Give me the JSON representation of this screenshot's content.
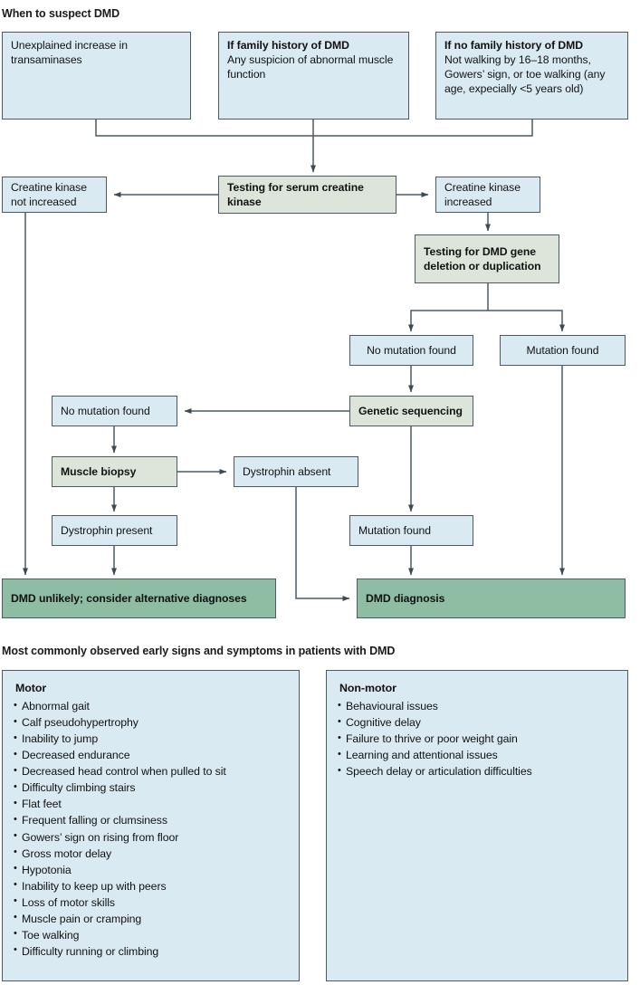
{
  "flowchart": {
    "title": "When to suspect DMD",
    "nodes": {
      "transaminases": {
        "text": "Unexplained increase in transaminases"
      },
      "family_history": {
        "heading": "If family history of DMD",
        "body": "Any suspicion of abnormal muscle function"
      },
      "no_family_history": {
        "heading": "If no family history of DMD",
        "body": "Not walking by 16–18 months, Gowers’ sign, or toe walking (any age, expecially <5 years old)"
      },
      "ck_test": {
        "text": "Testing for serum creatine kinase"
      },
      "ck_not_increased": {
        "text": "Creatine kinase not increased"
      },
      "ck_increased": {
        "text": "Creatine kinase increased"
      },
      "dmd_gene_test": {
        "text": "Testing for DMD gene deletion or duplication"
      },
      "no_mutation_found_1": {
        "text": "No mutation found"
      },
      "mutation_found_1": {
        "text": "Mutation found"
      },
      "genetic_sequencing": {
        "text": "Genetic sequencing"
      },
      "no_mutation_found_2": {
        "text": "No mutation found"
      },
      "muscle_biopsy": {
        "text": "Muscle biopsy"
      },
      "dystrophin_absent": {
        "text": "Dystrophin absent"
      },
      "dystrophin_present": {
        "text": "Dystrophin present"
      },
      "mutation_found_2": {
        "text": "Mutation found"
      },
      "dmd_unlikely": {
        "text": "DMD unlikely; consider alternative diagnoses"
      },
      "dmd_diagnosis": {
        "text": "DMD diagnosis"
      }
    },
    "colors": {
      "blue_fill": "#daeaf2",
      "green_fill": "#dde5da",
      "dark_green_fill": "#8fbda4",
      "border": "#4c5a62",
      "connector": "#4c5a62"
    }
  },
  "symptoms": {
    "title": "Most commonly observed early signs and symptoms in patients with DMD",
    "motor": {
      "heading": "Motor",
      "items": [
        "Abnormal gait",
        "Calf pseudohypertrophy",
        "Inability to jump",
        "Decreased endurance",
        "Decreased head control when pulled to sit",
        "Difficulty climbing stairs",
        "Flat feet",
        "Frequent falling or clumsiness",
        "Gowers’ sign on rising from floor",
        "Gross motor delay",
        "Hypotonia",
        "Inability to keep up with peers",
        "Loss of motor skills",
        "Muscle pain or cramping",
        "Toe walking",
        "Difficulty running or climbing"
      ]
    },
    "non_motor": {
      "heading": "Non-motor",
      "items": [
        "Behavioural issues",
        "Cognitive delay",
        "Failure to thrive or poor weight gain",
        "Learning and attentional issues",
        "Speech delay or articulation difficulties"
      ]
    }
  }
}
